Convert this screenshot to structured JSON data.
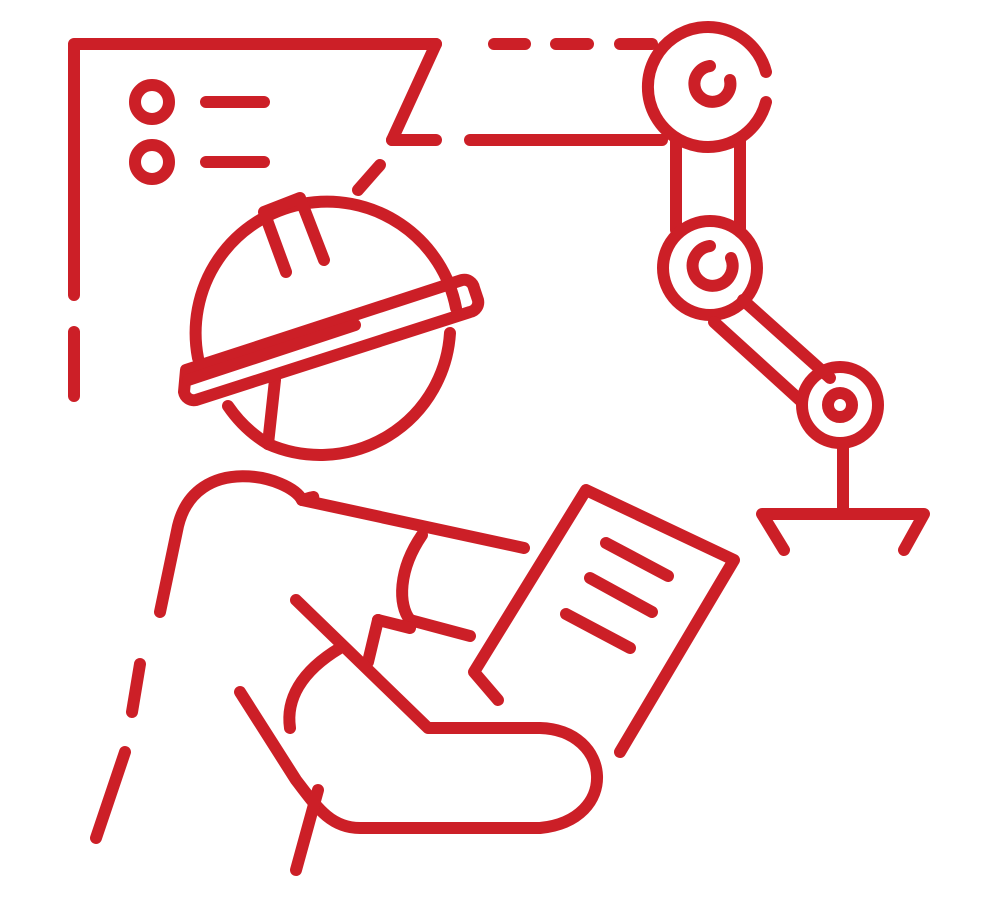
{
  "illustration": {
    "subject": "worker-with-hard-hat-reading-checklist-next-to-robotic-arm",
    "stroke_color": "#cc1f27",
    "background_color": "#ffffff",
    "elements": [
      "control-panel-frame",
      "checklist-bullets",
      "robotic-arm",
      "gripper",
      "worker-hard-hat",
      "worker-body",
      "clipboard-document"
    ]
  }
}
